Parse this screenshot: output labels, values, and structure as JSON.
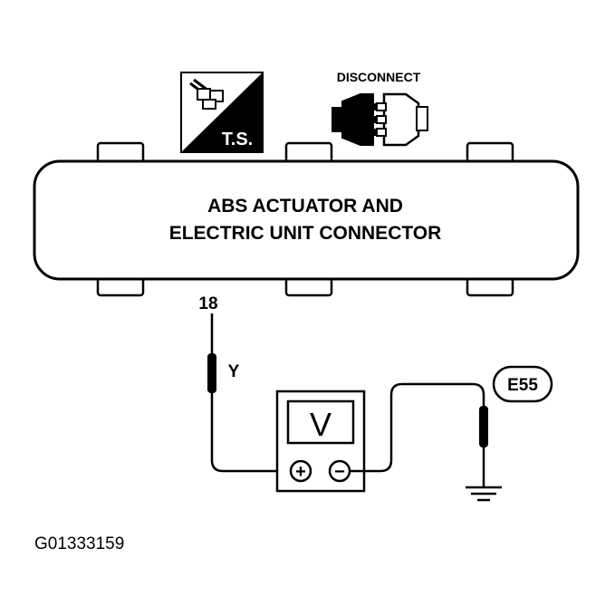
{
  "connector": {
    "label_line1": "ABS ACTUATOR AND",
    "label_line2": "ELECTRIC UNIT CONNECTOR",
    "pin_number": "18"
  },
  "wire": {
    "color_code": "Y"
  },
  "icons": {
    "ts_badge": {
      "text": "T.S.",
      "icon": "technical-service-icon"
    },
    "disconnect": {
      "text": "DISCONNECT",
      "icon": "disconnect-connector-icon"
    }
  },
  "meter": {
    "symbol": "V",
    "plus": "+",
    "minus": "−"
  },
  "ground": {
    "label": "E55"
  },
  "figure_id": "G01333159",
  "colors": {
    "ink": "#000000",
    "paper": "#ffffff"
  }
}
